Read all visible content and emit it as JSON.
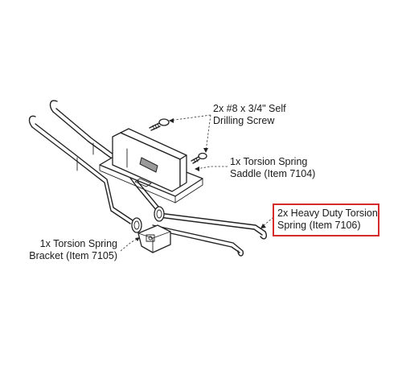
{
  "callouts": {
    "screw": {
      "line1": "2x #8 x 3/4\" Self",
      "line2": "Drilling Screw"
    },
    "saddle": {
      "line1": "1x Torsion Spring",
      "line2": "Saddle (Item 7104)"
    },
    "spring": {
      "line1": "2x Heavy Duty Torsion",
      "line2": "Spring (Item 7106)"
    },
    "bracket": {
      "line1": "1x Torsion Spring",
      "line2": "Bracket (Item 7105)"
    }
  },
  "colors": {
    "highlight_box": "#d62b2b",
    "line": "#222222"
  }
}
